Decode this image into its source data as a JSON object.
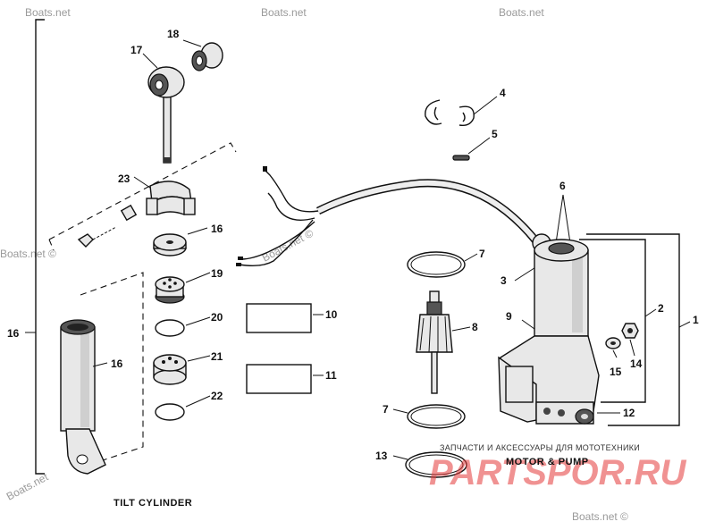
{
  "diagram": {
    "captions": {
      "tilt_cylinder": "TILT CYLINDER",
      "motor_pump": "MOTOR & PUMP"
    },
    "watermarks": [
      "Boats.net",
      "Boats.net",
      "Boats.net",
      "Boats.net ©",
      "Boats.net ©",
      "Boats.net",
      "Boats.net ©"
    ],
    "ad_text": "ЗАПЧАСТИ И АКСЕССУАРЫ ДЛЯ МОТОТЕХНИКИ",
    "brand": "PARTSPOR.RU",
    "callouts": [
      "18",
      "17",
      "23",
      "16",
      "19",
      "20",
      "21",
      "22",
      "16",
      "16",
      "10",
      "11",
      "4",
      "5",
      "6",
      "7",
      "3",
      "8",
      "9",
      "2",
      "1",
      "14",
      "15",
      "12",
      "7",
      "13"
    ]
  }
}
